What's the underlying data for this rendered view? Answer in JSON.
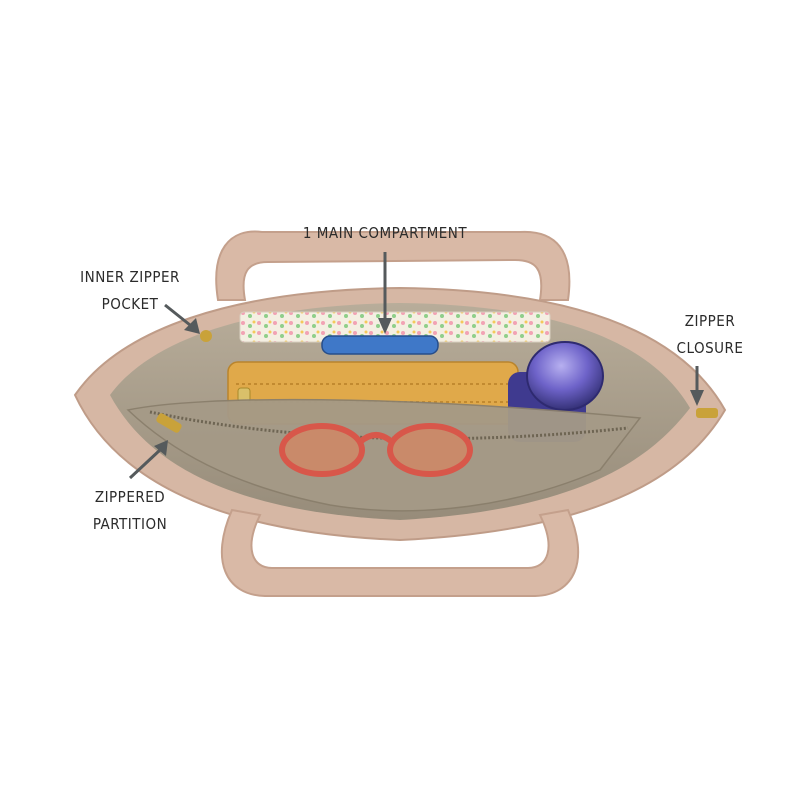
{
  "callouts": {
    "main_compartment": "1 MAIN COMPARTMENT",
    "inner_pocket_line1": "INNER ZIPPER",
    "inner_pocket_line2": "POCKET",
    "zipper_closure_line1": "ZIPPER",
    "zipper_closure_line2": "CLOSURE",
    "partition_line1": "ZIPPERED",
    "partition_line2": "PARTITION"
  },
  "colors": {
    "background": "#ffffff",
    "bag_exterior": "#d6b7a4",
    "bag_lining": "#a89e8c",
    "handle": "#d9b9a6",
    "pouch": "#e0a94a",
    "bottle": "#6e63c9",
    "glasses": "#d8574a",
    "phone": "#3f78c8",
    "zipper_pull": "#c9a23a",
    "arrow": "#555a5c"
  }
}
